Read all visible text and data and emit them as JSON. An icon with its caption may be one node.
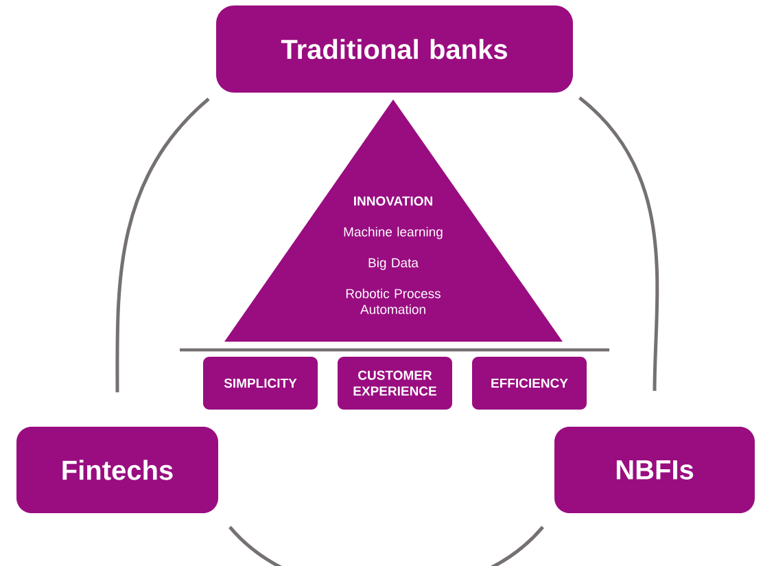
{
  "diagram": {
    "nodes": [
      {
        "text": [
          "Traditional banks"
        ]
      },
      {
        "text": [
          "INNOVATION",
          "Machine learning",
          "Big Data",
          "Robotic Process Automation"
        ]
      },
      {
        "text": [
          "SIMPLICITY"
        ]
      },
      {
        "text": [
          "CUSTOMER EXPERIENCE"
        ]
      },
      {
        "text": [
          "EFFICIENCY"
        ]
      },
      {
        "text": [
          "Fintechs"
        ]
      },
      {
        "text": [
          "NBFIs"
        ]
      }
    ],
    "edges": [
      {
        "from": 0,
        "to": 6,
        "arrow": "none"
      },
      {
        "from": 6,
        "to": 5,
        "arrow": "none"
      },
      {
        "from": 5,
        "to": 0,
        "arrow": "none"
      }
    ]
  }
}
